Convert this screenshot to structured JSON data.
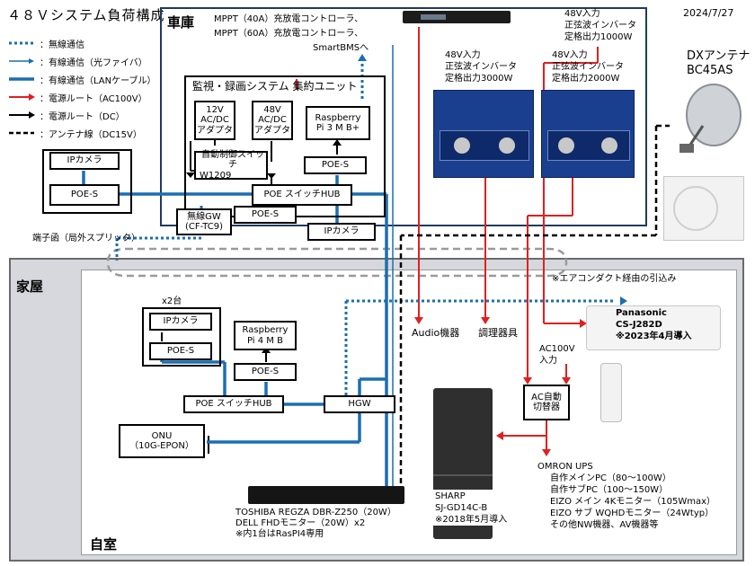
{
  "title": "４８Ｖシステム負荷構成",
  "date": "2024/7/27",
  "legend": [
    {
      "icon": "dotted-blue-line-icon",
      "label": "：無線通信"
    },
    {
      "icon": "thin-blue-line-icon",
      "label": "：有線通信（光ファイバ）"
    },
    {
      "icon": "thick-blue-line-icon",
      "label": "：有線通信（LANケーブル）"
    },
    {
      "icon": "red-arrow-icon",
      "label": "：電源ルート（AC100V）"
    },
    {
      "icon": "black-arrow-icon",
      "label": "：電源ルート（DC）"
    },
    {
      "icon": "dashed-black-line-icon",
      "label": "：アンテナ線（DC15V）"
    }
  ],
  "colors": {
    "wired": "#1a6fb0",
    "ac": "#e02020",
    "dc": "#000000",
    "garage_border": "#1f3a5f",
    "house_border": "#6a6a6a"
  },
  "garage": {
    "label": "車庫",
    "mppt_note": [
      "MPPT（40A）充放電コントローラ、",
      "MPPT（60A）充放電コントローラ、",
      "SmartBMSへ"
    ],
    "inverter_1000": [
      "48V入力",
      "正弦波インバータ",
      "定格出力1000W"
    ],
    "inverter_3000": [
      "48V入力",
      "正弦波インバータ",
      "定格出力3000W"
    ],
    "inverter_2000": [
      "48V入力",
      "正弦波インバータ",
      "定格出力2000W"
    ],
    "unit_title": "監視・録画システム 集約ユニット",
    "adapter_12v": [
      "12V",
      "AC/DC",
      "アダプタ"
    ],
    "adapter_48v": [
      "48V",
      "AC/DC",
      "アダプタ"
    ],
    "rpi3": [
      "Raspberry",
      "Pi 3 M B+"
    ],
    "auto_switch": [
      "自動制御スイッチ",
      "W1209"
    ],
    "poe_s_unit": "POE-S",
    "poe_hub": "POE スイッチHUB",
    "poe_s_gw": "POE-S",
    "wireless_gw": [
      "無線GW",
      "(CF-TC9)"
    ],
    "ip_camera_right": "IPカメラ",
    "ip_camera_left": "IPカメラ",
    "poe_s_left": "POE-S"
  },
  "terminal_box": "端子函（局外スプリッタ）",
  "antenna": [
    "DXアンテナ",
    "BC45AS"
  ],
  "aircon_note": "※エアコンダクト経由の引込み",
  "house": {
    "label": "家屋",
    "room_label": "自室",
    "x2": "x2台",
    "ip_camera": "IPカメラ",
    "poe_s_cam": "POE-S",
    "rpi4": [
      "Raspberry",
      "Pi 4 M B"
    ],
    "poe_s_rpi": "POE-S",
    "poe_hub": "POE スイッチHUB",
    "hgw": "HGW",
    "onu": [
      "ONU",
      "（10G-EPON）"
    ],
    "audio": "Audio機器",
    "cooking": "調理器具",
    "ac100v_in": [
      "AC100V",
      "入力"
    ],
    "ac_switch": [
      "AC自動",
      "切替器"
    ],
    "panasonic": [
      "Panasonic",
      "CS-J282D",
      "※2023年4月導入"
    ],
    "sharp": [
      "SHARP",
      "SJ-GD14C-B",
      "※2018年5月導入"
    ],
    "tv_note": [
      "TOSHIBA REGZA  DBR-Z250（20W）",
      "DELL FHDモニター（20W）x2",
      "※内1台はRasPI4専用"
    ],
    "ups": [
      "OMRON UPS",
      "自作メインPC（80～100W）",
      "自作サブPC（100～150W）",
      "EIZO メイン 4Kモニター（105Wmax）",
      "EIZO サブ WQHDモニター（24Wtyp）",
      "その他NW機器、AV機器等"
    ]
  }
}
